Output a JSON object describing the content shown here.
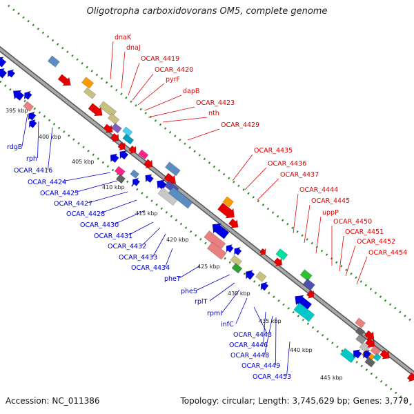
{
  "title": "Oligotropha carboxidovorans OM5, complete genome",
  "footer": {
    "accession_label": "Accession:",
    "accession_value": "NC_011386",
    "topology_label": "Topology:",
    "topology_value": "circular;",
    "length_label": "Length:",
    "length_value": "3,745,629 bp;",
    "genes_label": "Genes:",
    "genes_value": "3,770"
  },
  "colors": {
    "backbone": "#8a8a8a",
    "tick": "#2e8b20",
    "forward_label": "#e00000",
    "reverse_label": "#0000cc",
    "kbp_label": "#222222"
  },
  "kbp_ticks": [
    "395 kbp",
    "400 kbp",
    "405 kbp",
    "410 kbp",
    "415 kbp",
    "420 kbp",
    "425 kbp",
    "430 kbp",
    "435 kbp",
    "440 kbp",
    "445 kbp"
  ],
  "forward_gene_labels": [
    "dnaK",
    "dnaJ",
    "OCAR_4419",
    "OCAR_4420",
    "pyrF",
    "dapB",
    "OCAR_4423",
    "nth",
    "OCAR_4429",
    "OCAR_4435",
    "OCAR_4436",
    "OCAR_4437",
    "OCAR_4444",
    "OCAR_4445",
    "uppP",
    "OCAR_4450",
    "OCAR_4451",
    "OCAR_4452",
    "OCAR_4454"
  ],
  "reverse_gene_labels": [
    "rdgB",
    "rph",
    "OCAR_4416",
    "OCAR_4424",
    "OCAR_4425",
    "OCAR_4427",
    "OCAR_4428",
    "OCAR_4430",
    "OCAR_4431",
    "OCAR_4432",
    "OCAR_4433",
    "OCAR_4434",
    "pheT",
    "pheS",
    "rplT",
    "rpmI",
    "infC",
    "OCAR_4443",
    "OCAR_4446",
    "OCAR_4448",
    "OCAR_4449",
    "OCAR_4453"
  ]
}
